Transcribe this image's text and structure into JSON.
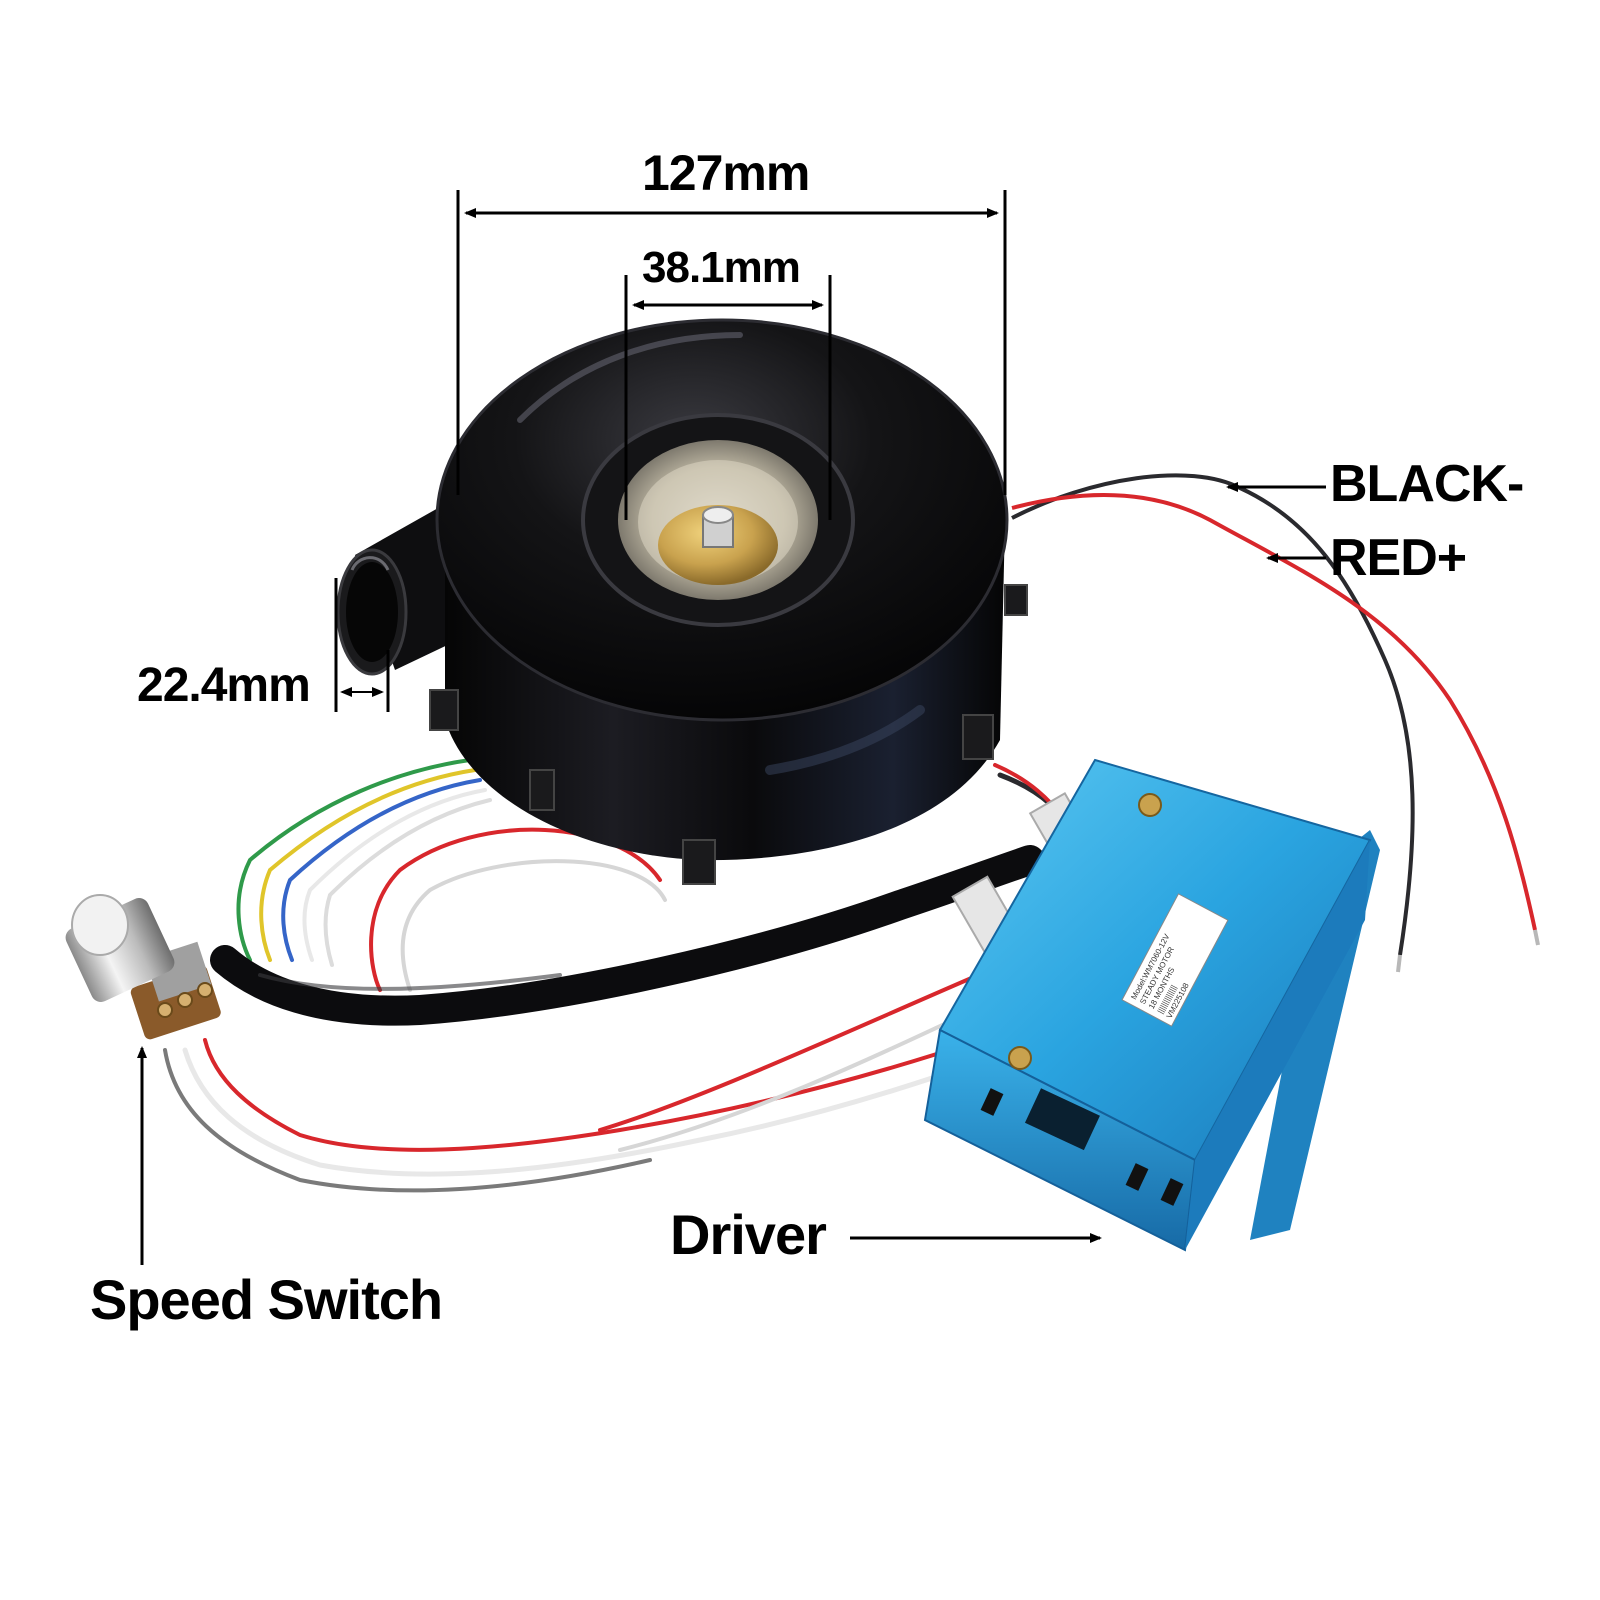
{
  "labels": {
    "width_outer": "127mm",
    "width_inlet": "38.1mm",
    "outlet_diameter": "22.4mm",
    "wire_black": "BLACK-",
    "wire_red": "RED+",
    "driver": "Driver",
    "speed_switch": "Speed Switch"
  },
  "driver_sticker": {
    "lines": [
      "Model:WM7060-12V",
      "STEADY MOTOR",
      "18 MONTHS",
      "|||||||||||||||",
      "VM225108"
    ]
  },
  "colors": {
    "blower_body": "#0d0d0f",
    "driver_housing": "#2aa4e0",
    "wire_red": "#d8272c",
    "wire_black": "#2a2a2e",
    "wire_white": "#e8e8e8",
    "wire_green": "#2f9a4a",
    "wire_yellow": "#e0c52a",
    "wire_blue": "#3565c8",
    "brass": "#c9a24e"
  }
}
